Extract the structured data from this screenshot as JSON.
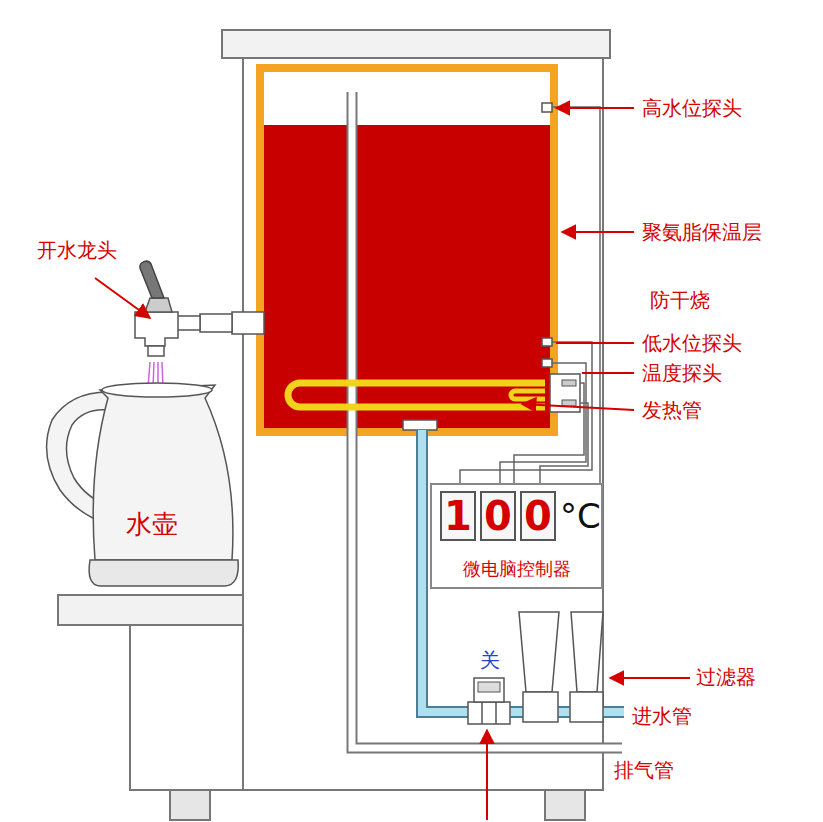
{
  "diagram": {
    "nodes": [
      {
        "text": [
          "°C",
          "微电脑控制器"
        ]
      },
      {
        "text": [
          "1"
        ],
        "in": 0
      },
      {
        "text": [
          "0"
        ],
        "in": 0
      },
      {
        "text": [
          "0"
        ],
        "in": 0
      },
      {
        "text": [
          "水壶"
        ]
      }
    ],
    "labels": [
      "高水位探头",
      "聚氨脂保温层",
      "防干烧",
      "低水位探头",
      "温度探头",
      "发热管",
      "开水龙头",
      "关",
      "过滤器",
      "进水管",
      "排气管"
    ]
  }
}
